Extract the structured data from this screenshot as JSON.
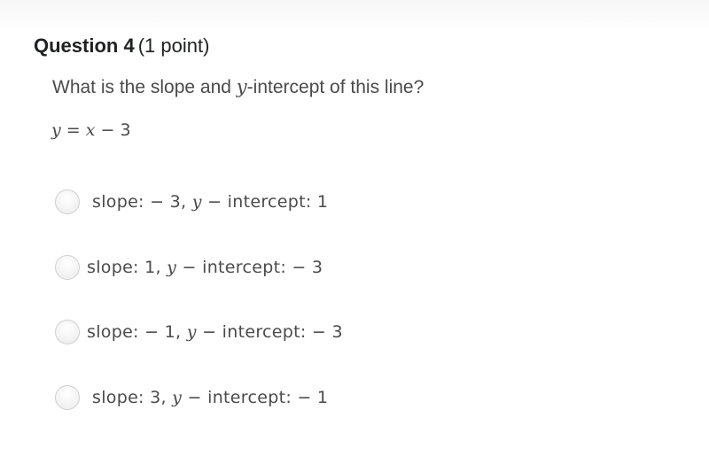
{
  "question": {
    "number_label": "Question 4",
    "points_label": "(1 point)",
    "prompt_before": "What is the slope and ",
    "prompt_var": "y",
    "prompt_after": "-intercept of this line?",
    "equation": {
      "lhs": "y",
      "eq": " = ",
      "var": "x",
      "rest": " − 3"
    }
  },
  "choices": [
    {
      "slope_text": "slope: − 3, ",
      "var": "y",
      "intercept_text": " − intercept: 1",
      "selected": false
    },
    {
      "slope_text": "slope: 1, ",
      "var": "y",
      "intercept_text": " − intercept: − 3",
      "selected": false
    },
    {
      "slope_text": "slope: − 1, ",
      "var": "y",
      "intercept_text": " − intercept: − 3",
      "selected": false
    },
    {
      "slope_text": "slope: 3, ",
      "var": "y",
      "intercept_text": " − intercept: − 1",
      "selected": false
    }
  ]
}
